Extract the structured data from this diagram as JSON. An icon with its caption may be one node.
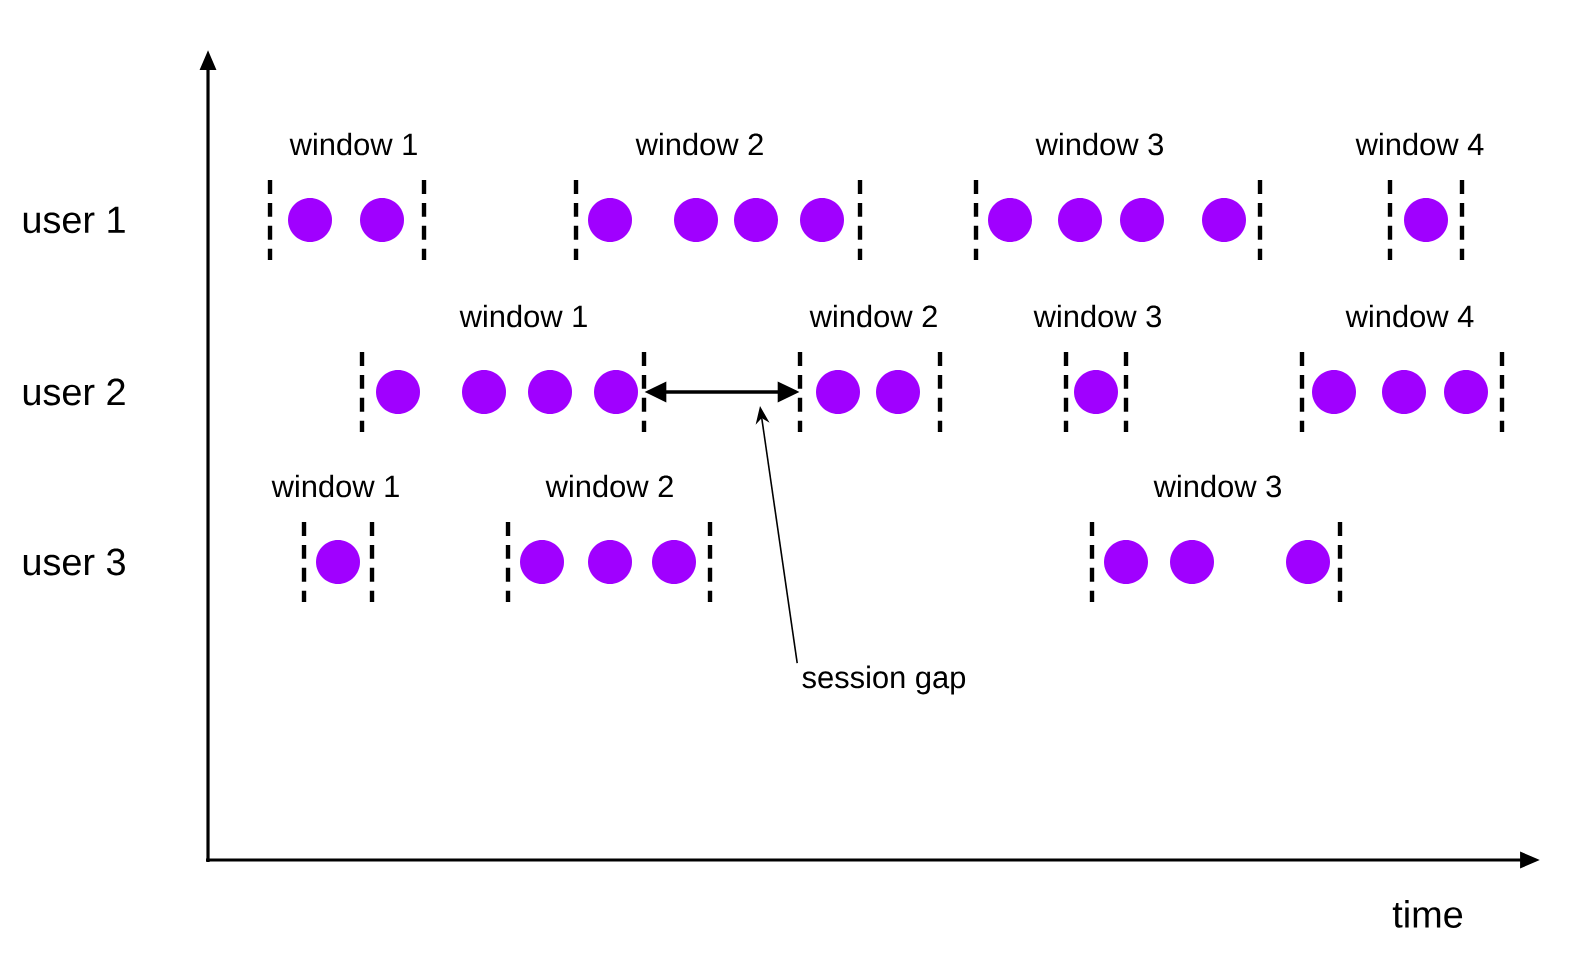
{
  "diagram": {
    "nodes": [
      {
        "text": [
          "window 1"
        ]
      },
      {
        "text": [
          "window 2"
        ]
      },
      {
        "text": [
          "window 3"
        ]
      },
      {
        "text": [
          "window 4"
        ]
      },
      {
        "text": [
          "window 1"
        ]
      },
      {
        "text": [
          "window 2"
        ]
      },
      {
        "text": [
          "window 3"
        ]
      },
      {
        "text": [
          "window 4"
        ]
      },
      {
        "text": [
          "window 1"
        ]
      },
      {
        "text": [
          "window 2"
        ]
      },
      {
        "text": [
          "window 3"
        ]
      },
      {
        "text": [
          "session gap"
        ]
      }
    ],
    "edges": [
      {
        "from": 4,
        "to": 5,
        "arrow": "both"
      },
      {
        "from": 11,
        "to": null,
        "arrow": "to"
      }
    ],
    "labels": [
      "user 1",
      "user 2",
      "user 3",
      "time"
    ]
  }
}
